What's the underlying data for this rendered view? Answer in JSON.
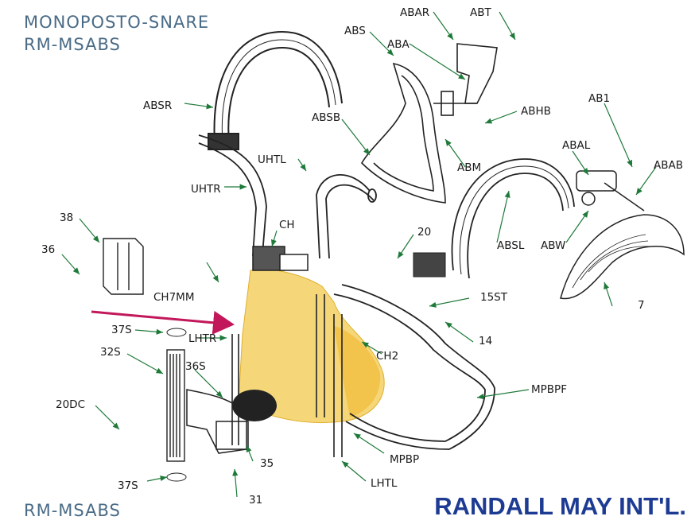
{
  "header": {
    "title_line1": "MONOPOSTO-SNARE",
    "title_line2": "RM-MSABS"
  },
  "footer": {
    "code": "RM-MSABS",
    "brand": "RANDALL MAY INT'L."
  },
  "colors": {
    "highlight": "#f2c94c",
    "arrow": "#c2185b",
    "brand": "#1d3b93",
    "title": "#4a6b86"
  },
  "labels": {
    "ABAR": "ABAR",
    "ABT": "ABT",
    "ABS": "ABS",
    "ABA": "ABA",
    "ABSR": "ABSR",
    "ABSB": "ABSB",
    "ABHB": "ABHB",
    "AB1": "AB1",
    "ABAL": "ABAL",
    "ABAB": "ABAB",
    "ABM": "ABM",
    "UHTL": "UHTL",
    "UHTR": "UHTR",
    "CH": "CH",
    "L20": "20",
    "ABSL": "ABSL",
    "ABW": "ABW",
    "L38": "38",
    "L36": "36",
    "CH7MM": "CH7MM",
    "L15ST": "15ST",
    "L7": "7",
    "L37S_top": "37S",
    "LHTR": "LHTR",
    "L32S": "32S",
    "L36S": "36S",
    "L14": "14",
    "CH2": "CH2",
    "MPBPF": "MPBPF",
    "L20DC": "20DC",
    "L35": "35",
    "MPBP": "MPBP",
    "L37S_bot": "37S",
    "LHTL": "LHTL",
    "L31": "31"
  }
}
